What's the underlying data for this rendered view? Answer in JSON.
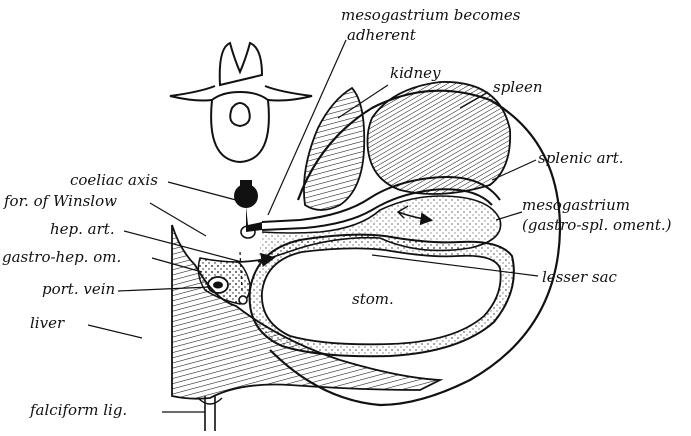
{
  "labels": {
    "mesogastrium_adherent_line1": "mesogastrium becomes",
    "mesogastrium_adherent_line2": "adherent",
    "kidney": "kidney",
    "spleen": "spleen",
    "coeliac_axis": "coeliac axis",
    "for_of_winslow": "for. of Winslow",
    "hep_art": "hep. art.",
    "gastro_hep_om": "gastro-hep. om.",
    "port_vein": "port. vein",
    "liver": "liver",
    "falciform_lig": "falciform lig.",
    "splenic_art": "splenic art.",
    "mesogastrium_line1": "mesogastrium",
    "mesogastrium_line2": "(gastro-spl. oment.)",
    "lesser_sac": "lesser sac",
    "stom": "stom."
  },
  "colors": {
    "ink": "#111111",
    "background": "#ffffff"
  }
}
